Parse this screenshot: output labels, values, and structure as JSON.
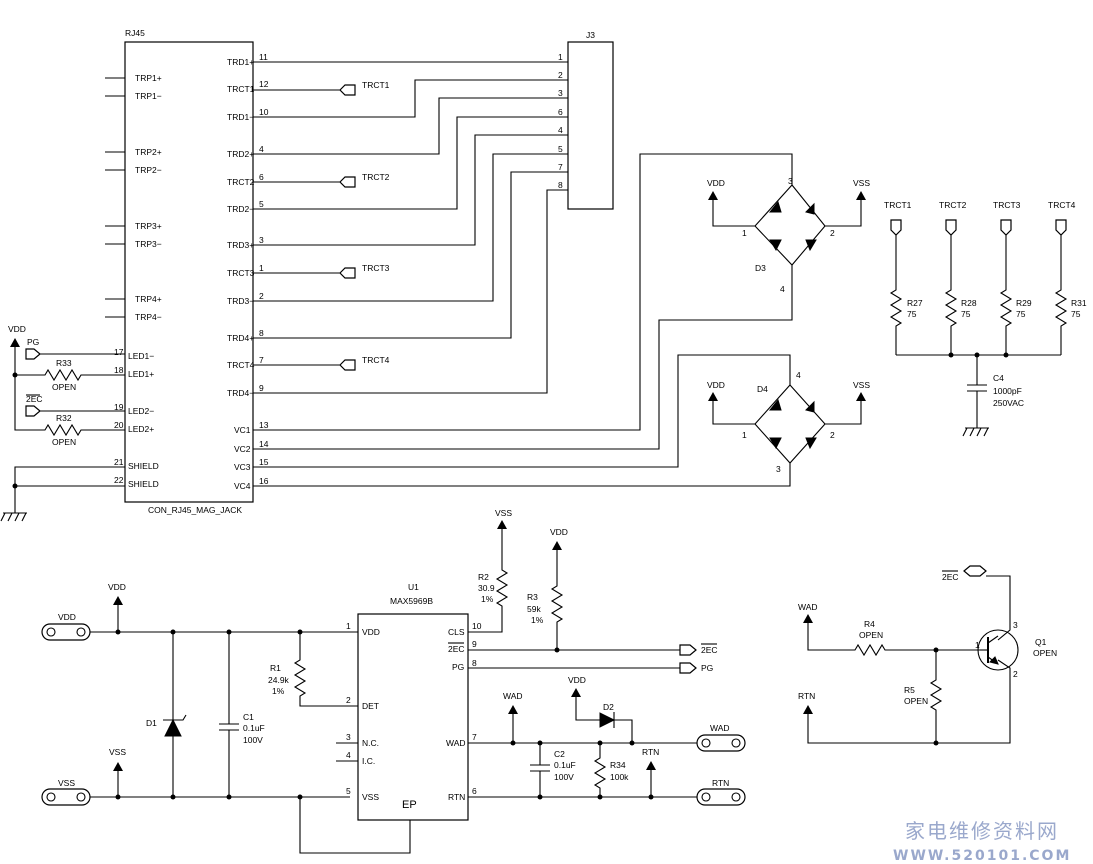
{
  "rj45": {
    "title": "RJ45",
    "part": "CON_RJ45_MAG_JACK",
    "left_pins": [
      {
        "num": "",
        "label": "TRP1+"
      },
      {
        "num": "",
        "label": "TRP1−"
      },
      {
        "num": "",
        "label": "TRP2+"
      },
      {
        "num": "",
        "label": "TRP2−"
      },
      {
        "num": "",
        "label": "TRP3+"
      },
      {
        "num": "",
        "label": "TRP3−"
      },
      {
        "num": "",
        "label": "TRP4+"
      },
      {
        "num": "",
        "label": "TRP4−"
      },
      {
        "num": "17",
        "label": "LED1−"
      },
      {
        "num": "18",
        "label": "LED1+"
      },
      {
        "num": "19",
        "label": "LED2−"
      },
      {
        "num": "20",
        "label": "LED2+"
      },
      {
        "num": "21",
        "label": "SHIELD"
      },
      {
        "num": "22",
        "label": "SHIELD"
      }
    ],
    "right_pins": [
      {
        "num": "11",
        "label": "TRD1+"
      },
      {
        "num": "12",
        "label": "TRCT1"
      },
      {
        "num": "10",
        "label": "TRD1−"
      },
      {
        "num": "4",
        "label": "TRD2+"
      },
      {
        "num": "6",
        "label": "TRCT2"
      },
      {
        "num": "5",
        "label": "TRD2−"
      },
      {
        "num": "3",
        "label": "TRD3+"
      },
      {
        "num": "1",
        "label": "TRCT3"
      },
      {
        "num": "2",
        "label": "TRD3−"
      },
      {
        "num": "8",
        "label": "TRD4+"
      },
      {
        "num": "7",
        "label": "TRCT4"
      },
      {
        "num": "9",
        "label": "TRD4−"
      },
      {
        "num": "13",
        "label": "VC1"
      },
      {
        "num": "14",
        "label": "VC2"
      },
      {
        "num": "15",
        "label": "VC3"
      },
      {
        "num": "16",
        "label": "VC4"
      }
    ]
  },
  "j3": {
    "title": "J3",
    "pins": [
      "1",
      "2",
      "3",
      "6",
      "4",
      "5",
      "7",
      "8"
    ]
  },
  "trct_flags": [
    "TRCT1",
    "TRCT2",
    "TRCT3",
    "TRCT4"
  ],
  "led_section": {
    "vdd": "VDD",
    "pg": "PG",
    "ec": "2EC",
    "r33": "R33",
    "r33_val": "OPEN",
    "r32": "R32",
    "r32_val": "OPEN"
  },
  "bridges": {
    "d3": {
      "name": "D3",
      "vdd": "VDD",
      "vss": "VSS",
      "p1": "1",
      "p2": "2",
      "p3": "3",
      "p4": "4"
    },
    "d4": {
      "name": "D4",
      "vdd": "VDD",
      "vss": "VSS",
      "p1": "1",
      "p2": "2",
      "p3": "3",
      "p4": "4"
    }
  },
  "term_network": {
    "resistors": [
      {
        "name": "R27",
        "val": "75"
      },
      {
        "name": "R28",
        "val": "75"
      },
      {
        "name": "R29",
        "val": "75"
      },
      {
        "name": "R31",
        "val": "75"
      }
    ],
    "cap": {
      "name": "C4",
      "val": "1000pF",
      "rating": "250VAC"
    }
  },
  "u1": {
    "name": "U1",
    "part": "MAX5969B",
    "ep": "EP",
    "left": [
      {
        "num": "1",
        "label": "VDD"
      },
      {
        "num": "2",
        "label": "DET"
      },
      {
        "num": "3",
        "label": "N.C."
      },
      {
        "num": "4",
        "label": "I.C."
      },
      {
        "num": "5",
        "label": "VSS"
      }
    ],
    "right": [
      {
        "num": "10",
        "label": "CLS"
      },
      {
        "num": "9",
        "label": "2EC"
      },
      {
        "num": "8",
        "label": "PG"
      },
      {
        "num": "7",
        "label": "WAD"
      },
      {
        "num": "6",
        "label": "RTN"
      }
    ]
  },
  "power": {
    "vdd_term": "VDD",
    "vss_term": "VSS",
    "vdd_sym": "VDD",
    "vss_sym": "VSS",
    "d1": "D1",
    "c1": "C1",
    "c1_val": "0.1uF",
    "c1_rating": "100V",
    "r1": "R1",
    "r1_val": "24.9k",
    "r1_tol": "1%"
  },
  "cls": {
    "r2": "R2",
    "r2_val": "30.9",
    "r2_tol": "1%",
    "vss": "VSS",
    "r3": "R3",
    "r3_val": "59k",
    "r3_tol": "1%",
    "vdd": "VDD",
    "ec_flag": "2EC",
    "pg_flag": "PG"
  },
  "wad": {
    "wad_sym": "WAD",
    "vdd": "VDD",
    "d2": "D2",
    "rtn_sym": "RTN",
    "c2": "C2",
    "c2_val": "0.1uF",
    "c2_rating": "100V",
    "r34": "R34",
    "r34_val": "100k",
    "wad_term": "WAD",
    "rtn_term": "RTN"
  },
  "q1": {
    "ec_flag": "2EC",
    "wad": "WAD",
    "rtn": "RTN",
    "r4": "R4",
    "r4_val": "OPEN",
    "r5": "R5",
    "r5_val": "OPEN",
    "q": "Q1",
    "q_val": "OPEN",
    "b": "1",
    "c": "3",
    "e": "2"
  },
  "watermark": {
    "line1": "家电维修资料网",
    "line2": "WWW.520101.COM"
  }
}
